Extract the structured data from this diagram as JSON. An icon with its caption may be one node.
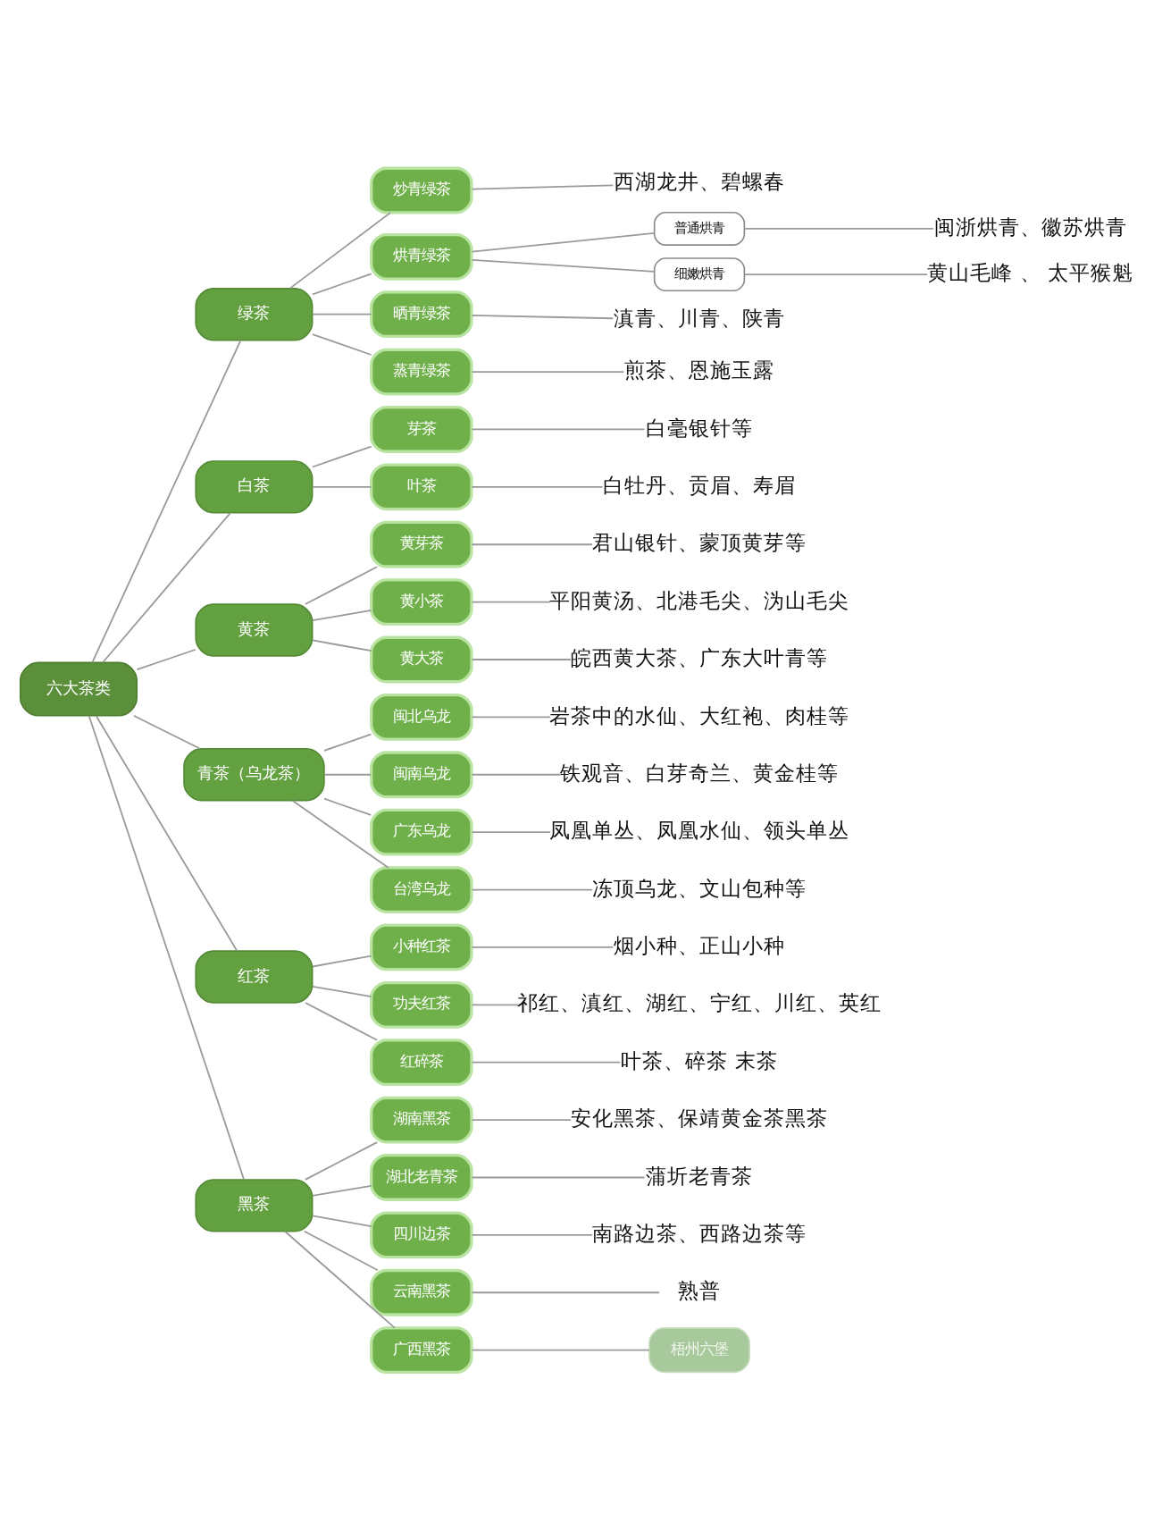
{
  "diagram": {
    "nodes": [
      {
        "text": [
          "六大茶类"
        ]
      },
      {
        "text": [
          "绿茶"
        ]
      },
      {
        "text": [
          "炒青绿茶"
        ]
      },
      {
        "text": [
          "西湖龙井、碧螺春"
        ]
      },
      {
        "text": [
          "烘青绿茶"
        ]
      },
      {
        "text": [
          "普通烘青"
        ]
      },
      {
        "text": [
          "闽浙烘青、徽苏烘青"
        ]
      },
      {
        "text": [
          "细嫩烘青"
        ]
      },
      {
        "text": [
          "黄山毛峰 、 太平猴魁"
        ]
      },
      {
        "text": [
          "晒青绿茶"
        ]
      },
      {
        "text": [
          "滇青、川青、陕青"
        ]
      },
      {
        "text": [
          "蒸青绿茶"
        ]
      },
      {
        "text": [
          "煎茶、恩施玉露"
        ]
      },
      {
        "text": [
          "白茶"
        ]
      },
      {
        "text": [
          "芽茶"
        ]
      },
      {
        "text": [
          "白毫银针等"
        ]
      },
      {
        "text": [
          "叶茶"
        ]
      },
      {
        "text": [
          "白牡丹、贡眉、寿眉"
        ]
      },
      {
        "text": [
          "黄茶"
        ]
      },
      {
        "text": [
          "黄芽茶"
        ]
      },
      {
        "text": [
          "君山银针、蒙顶黄芽等"
        ]
      },
      {
        "text": [
          "黄小茶"
        ]
      },
      {
        "text": [
          "平阳黄汤、北港毛尖、沩山毛尖"
        ]
      },
      {
        "text": [
          "黄大茶"
        ]
      },
      {
        "text": [
          "皖西黄大茶、广东大叶青等"
        ]
      },
      {
        "text": [
          "青茶（乌龙茶）"
        ]
      },
      {
        "text": [
          "闽北乌龙"
        ]
      },
      {
        "text": [
          "岩茶中的水仙、大红袍、肉桂等"
        ]
      },
      {
        "text": [
          "闽南乌龙"
        ]
      },
      {
        "text": [
          "铁观音、白芽奇兰、黄金桂等"
        ]
      },
      {
        "text": [
          "广东乌龙"
        ]
      },
      {
        "text": [
          "凤凰单丛、凤凰水仙、领头单丛"
        ]
      },
      {
        "text": [
          "台湾乌龙"
        ]
      },
      {
        "text": [
          "冻顶乌龙、文山包种等"
        ]
      },
      {
        "text": [
          "红茶"
        ]
      },
      {
        "text": [
          "小种红茶"
        ]
      },
      {
        "text": [
          "烟小种、正山小种"
        ]
      },
      {
        "text": [
          "功夫红茶"
        ]
      },
      {
        "text": [
          "祁红、滇红、湖红、宁红、川红、英红"
        ]
      },
      {
        "text": [
          "红碎茶"
        ]
      },
      {
        "text": [
          "叶茶、碎茶 末茶"
        ]
      },
      {
        "text": [
          "黑茶"
        ]
      },
      {
        "text": [
          "湖南黑茶"
        ]
      },
      {
        "text": [
          "安化黑茶、保靖黄金茶黑茶"
        ]
      },
      {
        "text": [
          "湖北老青茶"
        ]
      },
      {
        "text": [
          "蒲圻老青茶"
        ]
      },
      {
        "text": [
          "四川边茶"
        ]
      },
      {
        "text": [
          "南路边茶、西路边茶等"
        ]
      },
      {
        "text": [
          "云南黑茶"
        ]
      },
      {
        "text": [
          "熟普"
        ]
      },
      {
        "text": [
          "广西黑茶"
        ]
      },
      {
        "text": [
          "梧州六堡"
        ]
      }
    ],
    "edges": [
      {
        "from": 0,
        "to": 1,
        "arrow": "none"
      },
      {
        "from": 1,
        "to": 2,
        "arrow": "none"
      },
      {
        "from": 2,
        "to": 3,
        "arrow": "none"
      },
      {
        "from": 1,
        "to": 4,
        "arrow": "none"
      },
      {
        "from": 4,
        "to": 5,
        "arrow": "none"
      },
      {
        "from": 5,
        "to": 6,
        "arrow": "none"
      },
      {
        "from": 4,
        "to": 7,
        "arrow": "none"
      },
      {
        "from": 7,
        "to": 8,
        "arrow": "none"
      },
      {
        "from": 1,
        "to": 9,
        "arrow": "none"
      },
      {
        "from": 9,
        "to": 10,
        "arrow": "none"
      },
      {
        "from": 1,
        "to": 11,
        "arrow": "none"
      },
      {
        "from": 11,
        "to": 12,
        "arrow": "none"
      },
      {
        "from": 0,
        "to": 13,
        "arrow": "none"
      },
      {
        "from": 13,
        "to": 14,
        "arrow": "none"
      },
      {
        "from": 14,
        "to": 15,
        "arrow": "none"
      },
      {
        "from": 13,
        "to": 16,
        "arrow": "none"
      },
      {
        "from": 16,
        "to": 17,
        "arrow": "none"
      },
      {
        "from": 0,
        "to": 18,
        "arrow": "none"
      },
      {
        "from": 18,
        "to": 19,
        "arrow": "none"
      },
      {
        "from": 19,
        "to": 20,
        "arrow": "none"
      },
      {
        "from": 18,
        "to": 21,
        "arrow": "none"
      },
      {
        "from": 21,
        "to": 22,
        "arrow": "none"
      },
      {
        "from": 18,
        "to": 23,
        "arrow": "none"
      },
      {
        "from": 23,
        "to": 24,
        "arrow": "none"
      },
      {
        "from": 0,
        "to": 25,
        "arrow": "none"
      },
      {
        "from": 25,
        "to": 26,
        "arrow": "none"
      },
      {
        "from": 26,
        "to": 27,
        "arrow": "none"
      },
      {
        "from": 25,
        "to": 28,
        "arrow": "none"
      },
      {
        "from": 28,
        "to": 29,
        "arrow": "none"
      },
      {
        "from": 25,
        "to": 30,
        "arrow": "none"
      },
      {
        "from": 30,
        "to": 31,
        "arrow": "none"
      },
      {
        "from": 25,
        "to": 32,
        "arrow": "none"
      },
      {
        "from": 32,
        "to": 33,
        "arrow": "none"
      },
      {
        "from": 0,
        "to": 34,
        "arrow": "none"
      },
      {
        "from": 34,
        "to": 35,
        "arrow": "none"
      },
      {
        "from": 35,
        "to": 36,
        "arrow": "none"
      },
      {
        "from": 34,
        "to": 37,
        "arrow": "none"
      },
      {
        "from": 37,
        "to": 38,
        "arrow": "none"
      },
      {
        "from": 34,
        "to": 39,
        "arrow": "none"
      },
      {
        "from": 39,
        "to": 40,
        "arrow": "none"
      },
      {
        "from": 0,
        "to": 41,
        "arrow": "none"
      },
      {
        "from": 41,
        "to": 42,
        "arrow": "none"
      },
      {
        "from": 42,
        "to": 43,
        "arrow": "none"
      },
      {
        "from": 41,
        "to": 44,
        "arrow": "none"
      },
      {
        "from": 44,
        "to": 45,
        "arrow": "none"
      },
      {
        "from": 41,
        "to": 46,
        "arrow": "none"
      },
      {
        "from": 46,
        "to": 47,
        "arrow": "none"
      },
      {
        "from": 41,
        "to": 48,
        "arrow": "none"
      },
      {
        "from": 48,
        "to": 49,
        "arrow": "none"
      },
      {
        "from": 41,
        "to": 50,
        "arrow": "none"
      },
      {
        "from": 50,
        "to": 51,
        "arrow": "none"
      }
    ]
  }
}
